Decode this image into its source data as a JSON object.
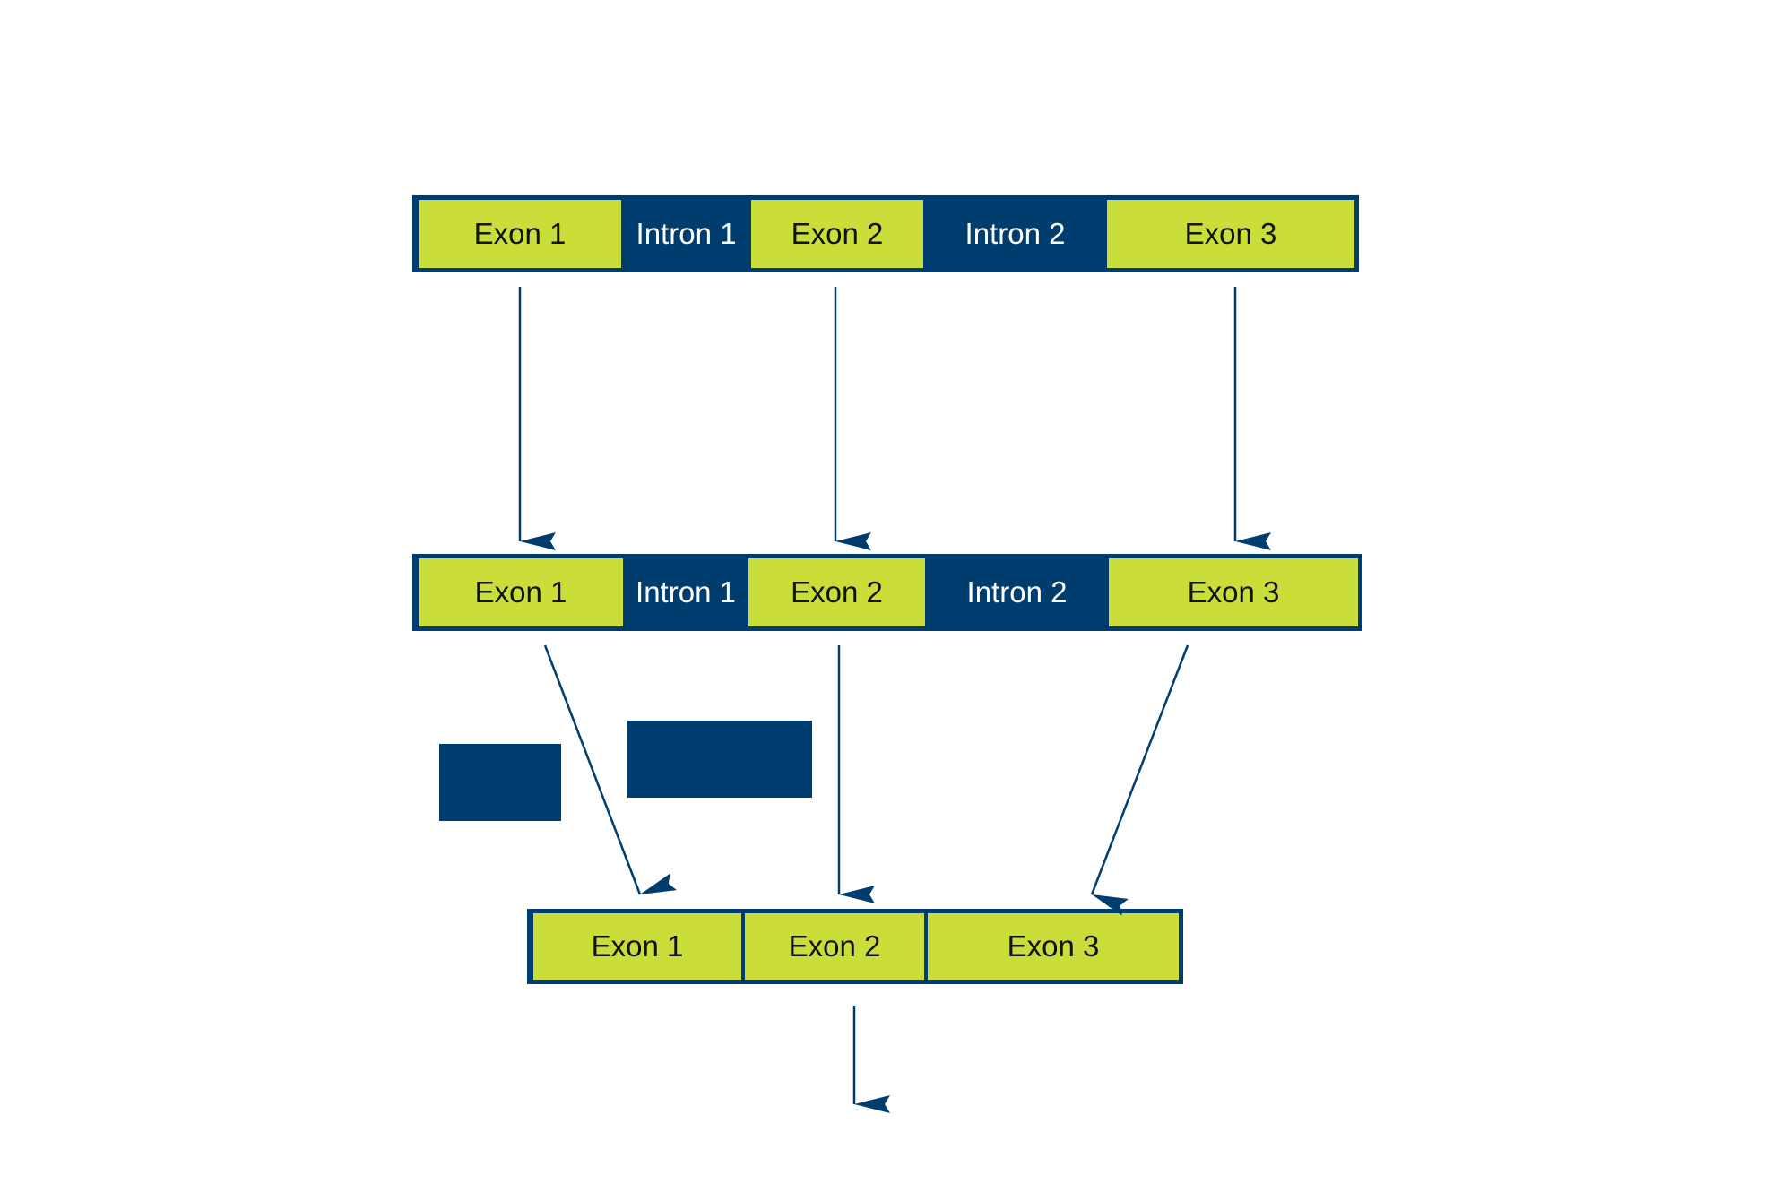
{
  "colors": {
    "exon": "#cadd38",
    "intron": "#003d6f",
    "arrow": "#003d6f",
    "text_on_exon": "#111111",
    "text_on_intron": "#ffffff"
  },
  "gene": {
    "exon1": "Exon 1",
    "intron1": "Intron 1",
    "exon2": "Exon 2",
    "intron2": "Intron 2",
    "exon3": "Exon 3"
  },
  "pre_mrna": {
    "exon1": "Exon 1",
    "intron1": "Intron 1",
    "exon2": "Exon 2",
    "intron2": "Intron 2",
    "exon3": "Exon 3"
  },
  "mature_mrna": {
    "exon1": "Exon 1",
    "exon2": "Exon 2",
    "exon3": "Exon 3"
  }
}
